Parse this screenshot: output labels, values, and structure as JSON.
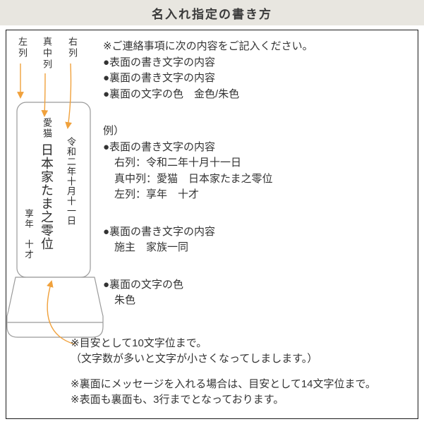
{
  "header": {
    "title": "名入れ指定の書き方"
  },
  "diagram": {
    "column_labels": {
      "left": "左列",
      "middle": "真中列",
      "right": "右列"
    },
    "tablet_text": {
      "right_column": "令和二年十月十一日",
      "middle_column_prefix": "愛猫",
      "middle_column_name": "日本家たま之零位",
      "left_column": "享年　十才"
    }
  },
  "instructions": {
    "intro": "※ご連絡事項に次の内容をご記入ください。",
    "items": [
      "●表面の書き文字の内容",
      "●裏面の書き文字の内容",
      "●裏面の文字の色　金色/朱色"
    ],
    "example": {
      "heading": "例）",
      "front_heading": "●表面の書き文字の内容",
      "front_lines": [
        "右列：令和二年十月十一日",
        "真中列：愛猫　日本家たま之零位",
        "左列：享年　十才"
      ],
      "back_heading": "●裏面の書き文字の内容",
      "back_line": "施主　家族一同",
      "color_heading": "●裏面の文字の色",
      "color_line": "朱色"
    }
  },
  "notes": {
    "front_limit": "※目安として10文字位まで。",
    "front_limit_sub": "（文字数が多いと文字が小さくなってしまします。）",
    "back_limit": "※裏面にメッセージを入れる場合は、目安として14文字位まで。",
    "line_limit": "※表面も裏面も、3行までとなっております。"
  },
  "colors": {
    "header_bg": "#e8e6e0",
    "text": "#333333",
    "arrow": "#f0a13c",
    "outline": "#9a9a9a"
  }
}
